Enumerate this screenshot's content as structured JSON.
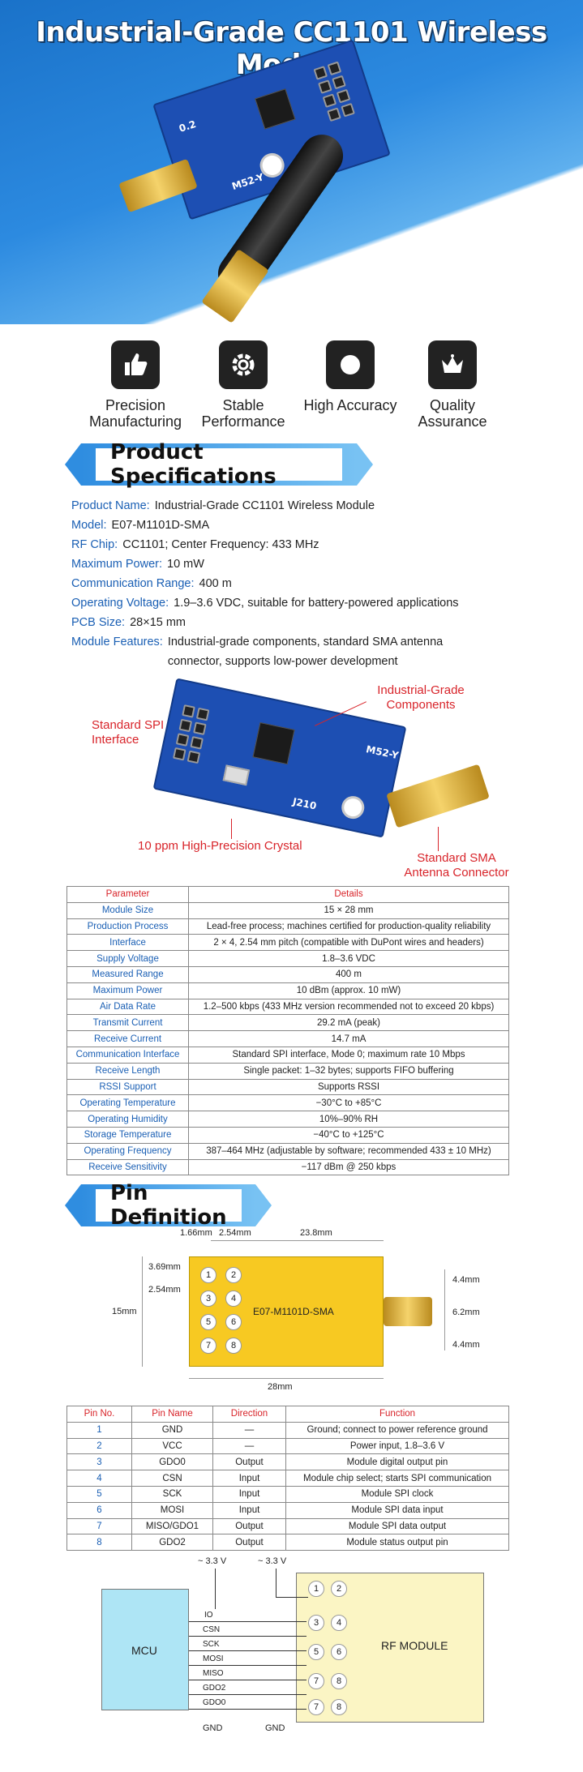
{
  "hero": {
    "title": "Industrial-Grade CC1101 Wireless Module",
    "silk_model": "M52-Y",
    "silk_ver": "0.2"
  },
  "features": [
    {
      "icon": "thumbs-up-icon",
      "label": "Precision Manufacturing"
    },
    {
      "icon": "gear-icon",
      "label": "Stable Performance"
    },
    {
      "icon": "target-icon",
      "label": "High Accuracy"
    },
    {
      "icon": "crown-icon",
      "label": "Quality Assurance"
    }
  ],
  "specs_section": {
    "title": "Product Specifications",
    "items": [
      {
        "key": "Product Name:",
        "value": "Industrial-Grade CC1101 Wireless Module"
      },
      {
        "key": "Model:",
        "value": "E07-M1101D-SMA"
      },
      {
        "key": "RF Chip:",
        "value": "CC1101; Center Frequency: 433 MHz"
      },
      {
        "key": "Maximum Power:",
        "value": "10 mW"
      },
      {
        "key": "Communication Range:",
        "value": "400 m"
      },
      {
        "key": "Operating Voltage:",
        "value": "1.9–3.6 VDC, suitable for battery-powered applications"
      },
      {
        "key": "PCB Size:",
        "value": "28×15 mm"
      },
      {
        "key": "Module Features:",
        "value": "Industrial-grade components, standard SMA antenna connector, supports low-power development"
      }
    ]
  },
  "callouts": {
    "spi": "Standard SPI Interface",
    "components": "Industrial-Grade Components",
    "crystal": "10 ppm High-Precision Crystal",
    "sma": "Standard SMA Antenna Connector",
    "silk_model": "M52-Y",
    "silk_j": "J210"
  },
  "param_table": {
    "headers": [
      "Parameter",
      "Details"
    ],
    "rows": [
      [
        "Module Size",
        "15 × 28 mm"
      ],
      [
        "Production Process",
        "Lead-free process; machines certified for production-quality reliability"
      ],
      [
        "Interface",
        "2 × 4, 2.54 mm pitch (compatible with DuPont wires and headers)"
      ],
      [
        "Supply Voltage",
        "1.8–3.6 VDC"
      ],
      [
        "Measured Range",
        "400 m"
      ],
      [
        "Maximum Power",
        "10 dBm (approx. 10 mW)"
      ],
      [
        "Air Data Rate",
        "1.2–500 kbps (433 MHz version recommended not to exceed 20 kbps)"
      ],
      [
        "Transmit Current",
        "29.2 mA (peak)"
      ],
      [
        "Receive Current",
        "14.7 mA"
      ],
      [
        "Communication Interface",
        "Standard SPI interface, Mode 0; maximum rate 10 Mbps"
      ],
      [
        "Receive Length",
        "Single packet: 1–32 bytes; supports FIFO buffering"
      ],
      [
        "RSSI Support",
        "Supports RSSI"
      ],
      [
        "Operating Temperature",
        "−30°C to +85°C"
      ],
      [
        "Operating Humidity",
        "10%–90% RH"
      ],
      [
        "Storage Temperature",
        "−40°C to +125°C"
      ],
      [
        "Operating Frequency",
        "387–464 MHz (adjustable by software; recommended 433 ± 10 MHz)"
      ],
      [
        "Receive Sensitivity",
        "−117 dBm @ 250 kbps"
      ]
    ]
  },
  "pin_section": {
    "title": "Pin Definition",
    "module_label": "E07-M1101D-SMA",
    "dims": {
      "d1": "1.66mm",
      "d2": "2.54mm",
      "d3": "23.8mm",
      "d4": "3.69mm",
      "d5": "2.54mm",
      "d6": "15mm",
      "d7": "4.4mm",
      "d8": "6.2mm",
      "d9": "4.4mm",
      "d10": "28mm"
    },
    "pins": [
      "1",
      "2",
      "3",
      "4",
      "5",
      "6",
      "7",
      "8"
    ]
  },
  "pin_table": {
    "headers": [
      "Pin No.",
      "Pin Name",
      "Direction",
      "Function"
    ],
    "rows": [
      [
        "1",
        "GND",
        "—",
        "Ground; connect to power reference ground"
      ],
      [
        "2",
        "VCC",
        "—",
        "Power input, 1.8–3.6 V"
      ],
      [
        "3",
        "GDO0",
        "Output",
        "Module digital output pin"
      ],
      [
        "4",
        "CSN",
        "Input",
        "Module chip select; starts SPI communication"
      ],
      [
        "5",
        "SCK",
        "Input",
        "Module SPI clock"
      ],
      [
        "6",
        "MOSI",
        "Input",
        "Module SPI data input"
      ],
      [
        "7",
        "MISO/GDO1",
        "Output",
        "Module SPI data output"
      ],
      [
        "8",
        "GDO2",
        "Output",
        "Module status output pin"
      ]
    ]
  },
  "wiring": {
    "mcu": "MCU",
    "rf": "RF MODULE",
    "vcc1": "~ 3.3 V",
    "vcc2": "~ 3.3 V",
    "signals": [
      "IO",
      "CSN",
      "SCK",
      "MOSI",
      "MISO",
      "GDO2",
      "GDO0"
    ],
    "gnd1": "GND",
    "gnd2": "GND",
    "pins": [
      "1",
      "2",
      "3",
      "4",
      "5",
      "6",
      "7",
      "8",
      "7",
      "8"
    ]
  }
}
